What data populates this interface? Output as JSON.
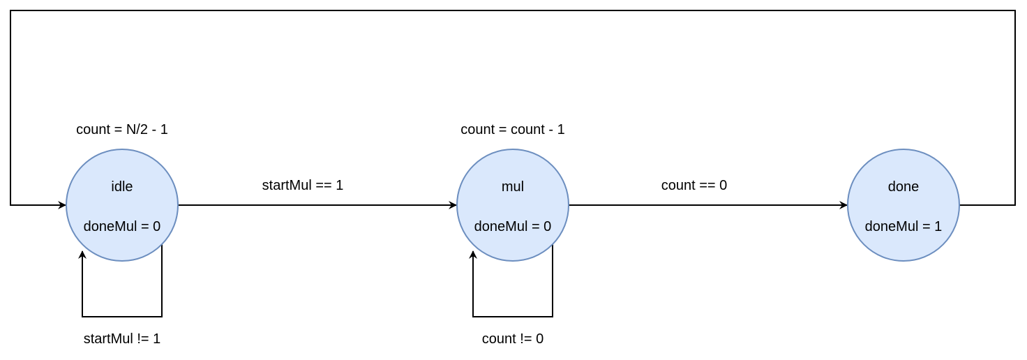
{
  "colors": {
    "state_fill": "#dae8fc",
    "state_stroke": "#6c8ebf",
    "edge": "#000000",
    "background": "#ffffff"
  },
  "states": {
    "idle": {
      "name": "idle",
      "output": "doneMul = 0",
      "action": "count = N/2 - 1"
    },
    "mul": {
      "name": "mul",
      "output": "doneMul = 0",
      "action": "count = count - 1"
    },
    "done": {
      "name": "done",
      "output": "doneMul = 1"
    }
  },
  "transitions": {
    "idle_to_mul": "startMul == 1",
    "mul_to_done": "count == 0",
    "idle_self": "startMul != 1",
    "mul_self": "count != 0",
    "done_to_idle": ""
  }
}
